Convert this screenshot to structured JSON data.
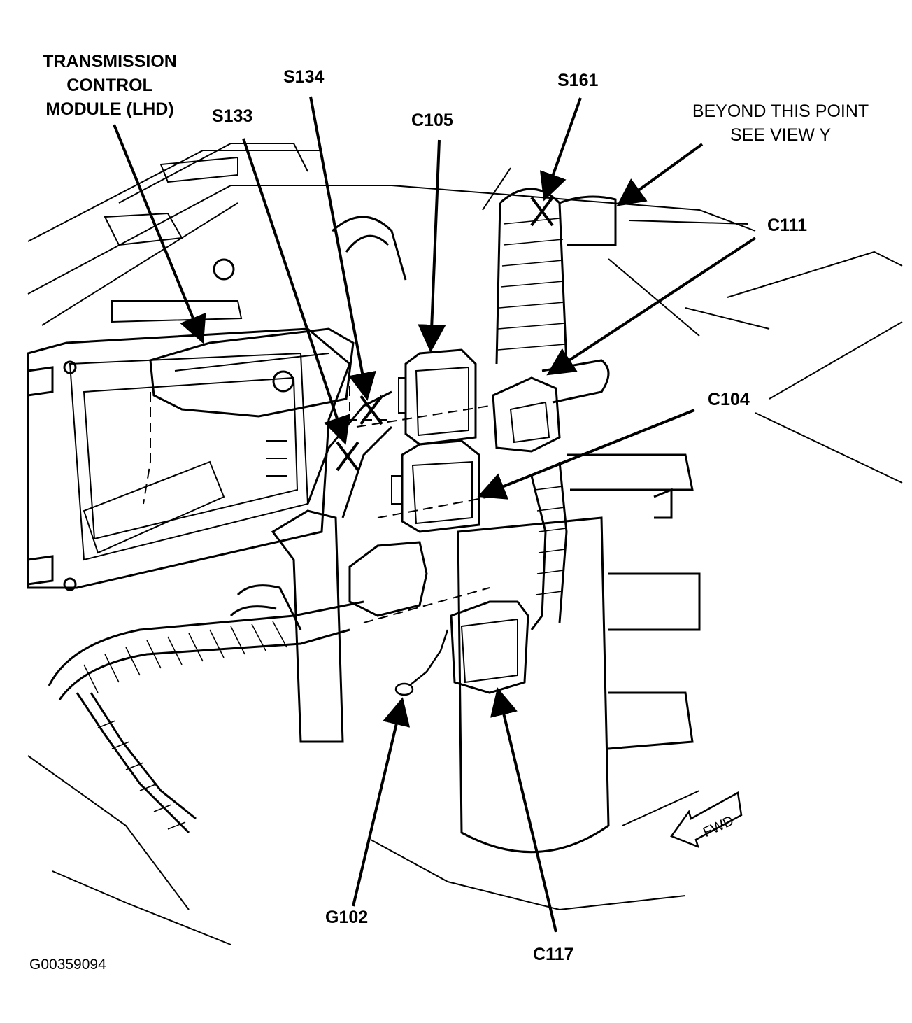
{
  "labels": {
    "tcm": [
      "TRANSMISSION",
      "CONTROL",
      "MODULE (LHD)"
    ],
    "s134": "S134",
    "s133": "S133",
    "c105": "C105",
    "s161": "S161",
    "beyond": [
      "BEYOND THIS POINT",
      "SEE VIEW Y"
    ],
    "c111": "C111",
    "c104": "C104",
    "g102": "G102",
    "c117": "C117",
    "fwd": "FWD"
  },
  "figure_id": "G00359094"
}
